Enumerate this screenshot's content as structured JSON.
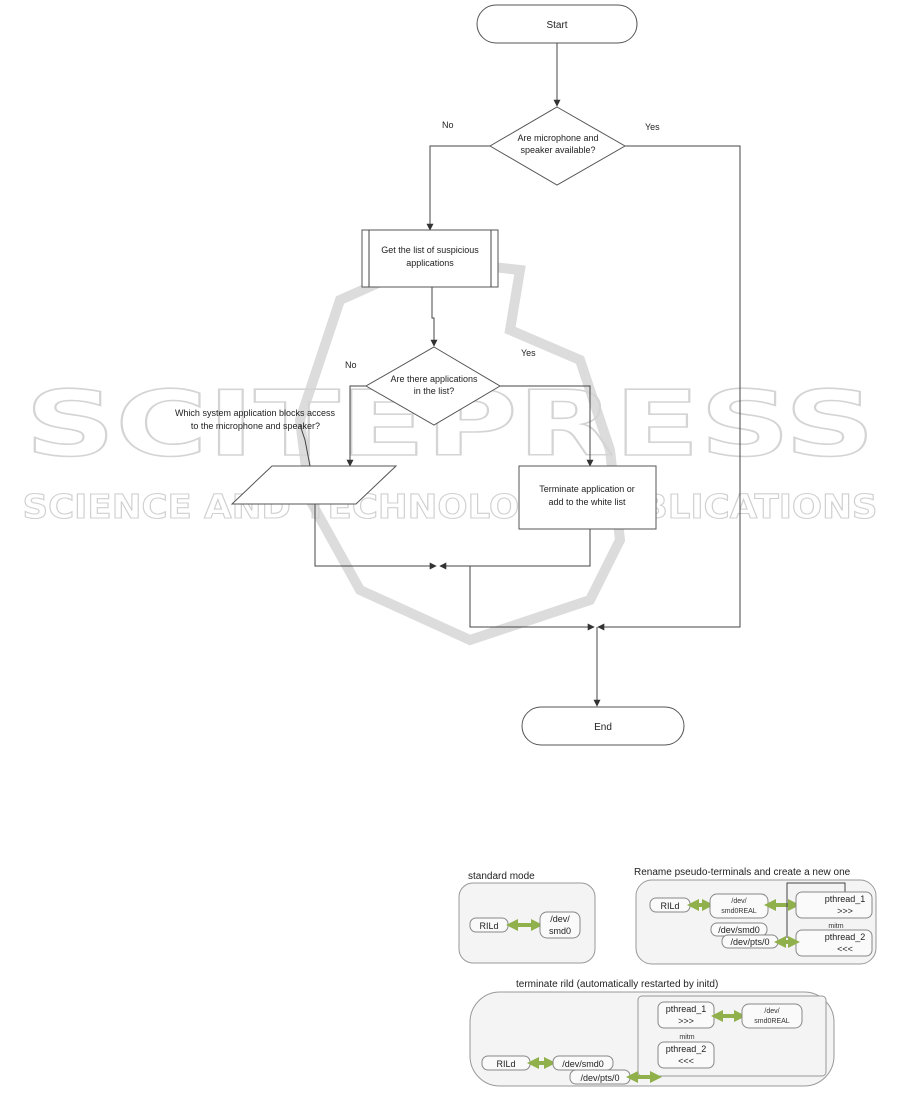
{
  "flowchart": {
    "start": "Start",
    "decision1": [
      "Are microphone and",
      "speaker available?"
    ],
    "decision1_no": "No",
    "decision1_yes": "Yes",
    "process1": [
      "Get the list of suspicious",
      "applications"
    ],
    "decision2": [
      "Are there applications",
      "in the list?"
    ],
    "decision2_no": "No",
    "decision2_yes": "Yes",
    "io_question": [
      "Which system application blocks access",
      "to the microphone and speaker?"
    ],
    "process2": [
      "Terminate application or",
      "add to the white list"
    ],
    "end": "End"
  },
  "watermark": {
    "main": "SCITEPRESS",
    "sub": "SCIENCE AND TECHNOLOGY PUBLICATIONS"
  },
  "diagram_standard": {
    "title": "standard mode",
    "rild": "RILd",
    "device": [
      "/dev/",
      "smd0"
    ]
  },
  "diagram_rename": {
    "title": "Rename pseudo-terminals and create a new one",
    "rild": "RILd",
    "dev_real": [
      "/dev/",
      "smd0REAL"
    ],
    "pthread1": [
      "pthread_1",
      ">>>"
    ],
    "mitm": "mitm",
    "pthread2": [
      "pthread_2",
      "<<<"
    ],
    "dev_smd0": "/dev/smd0",
    "dev_pts": "/dev/pts/0"
  },
  "diagram_terminate": {
    "title": "terminate rild (automatically restarted by initd)",
    "rild": "RILd",
    "pthread1": [
      "pthread_1",
      ">>>"
    ],
    "dev_real": [
      "/dev/",
      "smd0REAL"
    ],
    "mitm": "mitm",
    "pthread2": [
      "pthread_2",
      "<<<"
    ],
    "dev_smd0": "/dev/smd0",
    "dev_pts": "/dev/pts/0"
  }
}
